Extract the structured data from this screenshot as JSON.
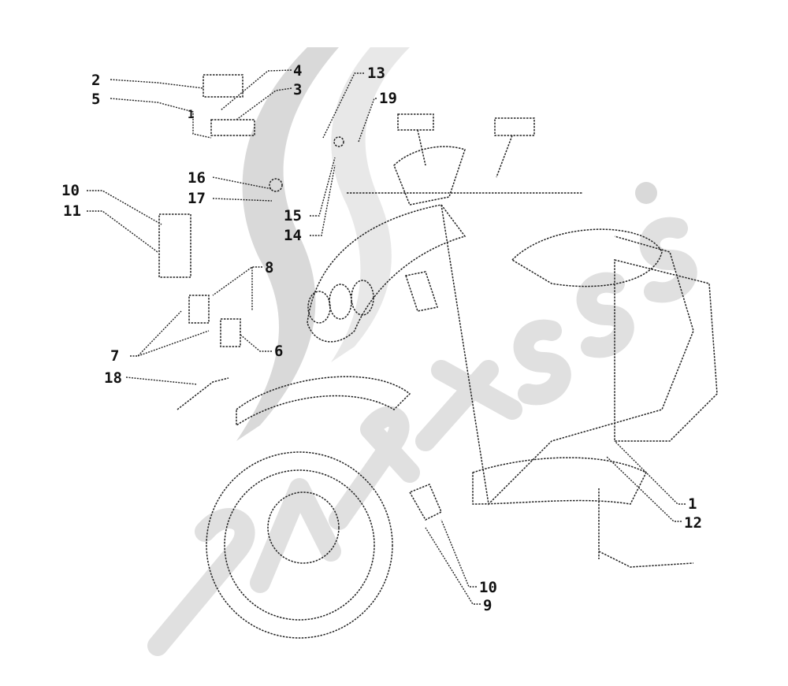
{
  "diagram": {
    "title": "Scooter electrical devices exploded view",
    "watermark": "Partsss.com",
    "callouts": {
      "c2": "2",
      "c5": "5",
      "c4": "4",
      "c3": "3",
      "c1a": "1",
      "c13": "13",
      "c19": "19",
      "c16": "16",
      "c17": "17",
      "c15": "15",
      "c14": "14",
      "c10a": "10",
      "c11": "11",
      "c8": "8",
      "c7": "7",
      "c6": "6",
      "c18": "18",
      "c1b": "1",
      "c12": "12",
      "c10b": "10",
      "c9": "9"
    }
  }
}
